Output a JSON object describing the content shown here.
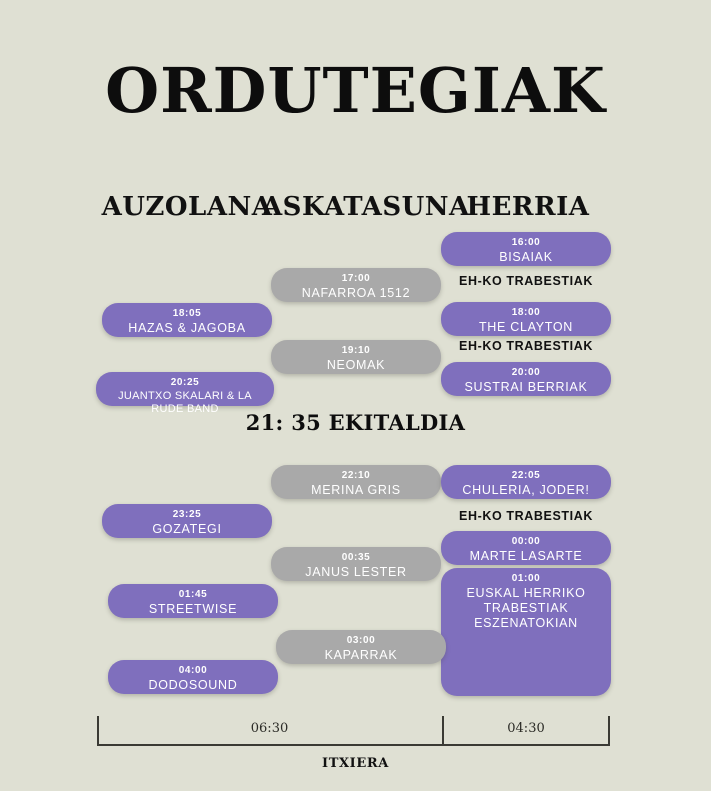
{
  "poster": {
    "title": "ORDUTEGIAK",
    "background_color": "#dfe0d3",
    "accent_purple": "#7f6fbd",
    "accent_gray": "#a9a9a9",
    "text_dark": "#111111",
    "text_light": "#ffffff"
  },
  "columns": [
    {
      "id": "auzolana",
      "label": "AUZOLANA"
    },
    {
      "id": "askatasuna",
      "label": "ASKATASUNA"
    },
    {
      "id": "herria",
      "label": "HERRIA"
    }
  ],
  "center_event": {
    "label": "21: 35 EKITALDIA"
  },
  "events": [
    {
      "column": "herria",
      "time": "16:00",
      "name": "BISAIAK",
      "color": "purple"
    },
    {
      "column": "askatasuna",
      "time": "17:00",
      "name": "NAFARROA 1512",
      "color": "gray"
    },
    {
      "column": "auzolana",
      "time": "18:05",
      "name": "HAZAS & JAGOBA",
      "color": "purple"
    },
    {
      "column": "herria",
      "time": "18:00",
      "name": "THE CLAYTON",
      "color": "purple"
    },
    {
      "column": "askatasuna",
      "time": "19:10",
      "name": "NEOMAK",
      "color": "gray"
    },
    {
      "column": "herria",
      "time": "20:00",
      "name": "SUSTRAI BERRIAK",
      "color": "purple"
    },
    {
      "column": "auzolana",
      "time": "20:25",
      "name": "JUANTXO SKALARI & LA RUDE BAND",
      "color": "purple"
    },
    {
      "column": "askatasuna",
      "time": "22:10",
      "name": "MERINA GRIS",
      "color": "gray"
    },
    {
      "column": "herria",
      "time": "22:05",
      "name": "CHULERIA, JODER!",
      "color": "purple"
    },
    {
      "column": "auzolana",
      "time": "23:25",
      "name": "GOZATEGI",
      "color": "purple"
    },
    {
      "column": "herria",
      "time": "00:00",
      "name": "MARTE LASARTE",
      "color": "purple"
    },
    {
      "column": "askatasuna",
      "time": "00:35",
      "name": "JANUS LESTER",
      "color": "gray"
    },
    {
      "column": "herria",
      "time": "01:00",
      "name": "EUSKAL HERRIKO\nTRABESTIAK\nESZENATOKIAN",
      "color": "purple"
    },
    {
      "column": "auzolana",
      "time": "01:45",
      "name": "STREETWISE",
      "color": "purple"
    },
    {
      "column": "askatasuna",
      "time": "03:00",
      "name": "KAPARRAK",
      "color": "gray"
    },
    {
      "column": "auzolana",
      "time": "04:00",
      "name": "DODOSOUND",
      "color": "purple"
    }
  ],
  "dividers": [
    {
      "column": "herria",
      "label": "EH-KO TRABESTIAK"
    },
    {
      "column": "herria",
      "label": "EH-KO TRABESTIAK"
    },
    {
      "column": "herria",
      "label": "EH-KO TRABESTIAK"
    }
  ],
  "footer": {
    "axis_labels": [
      "06:30",
      "04:30"
    ],
    "note": "ITXIERA"
  }
}
